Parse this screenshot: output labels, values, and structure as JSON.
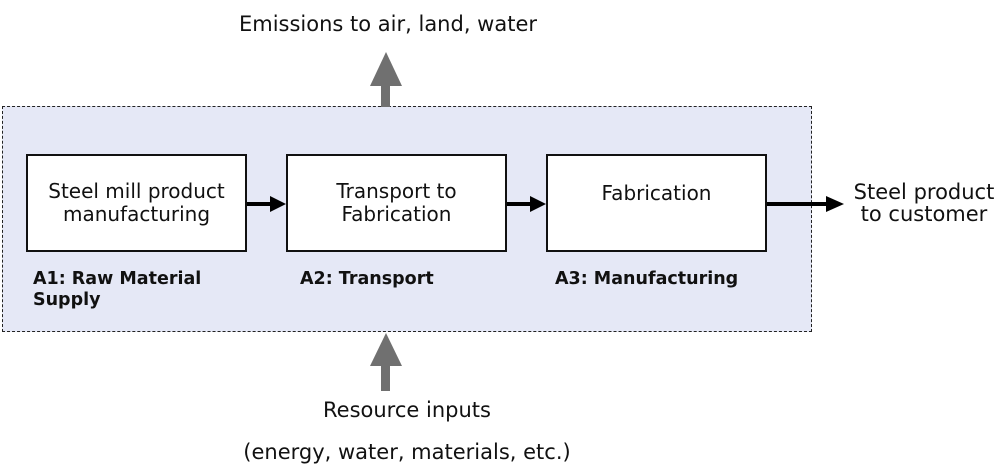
{
  "diagram": {
    "top_output": "Emissions to air, land, water",
    "bottom_input": "Resource inputs",
    "bottom_input_detail": "(energy, water, materials, etc.)",
    "final_output": "Steel product\nto customer",
    "stages": [
      {
        "box_text": "Steel mill product\nmanufacturing",
        "label": "A1: Raw Material\nSupply"
      },
      {
        "box_text": "Transport to\nFabrication",
        "label": "A2: Transport"
      },
      {
        "box_text": "Fabrication",
        "label": "A3: Manufacturing"
      }
    ]
  },
  "colors": {
    "boundary_fill": "#e5e8f6",
    "arrow_gray": "#707070",
    "arrow_black": "#000000"
  }
}
